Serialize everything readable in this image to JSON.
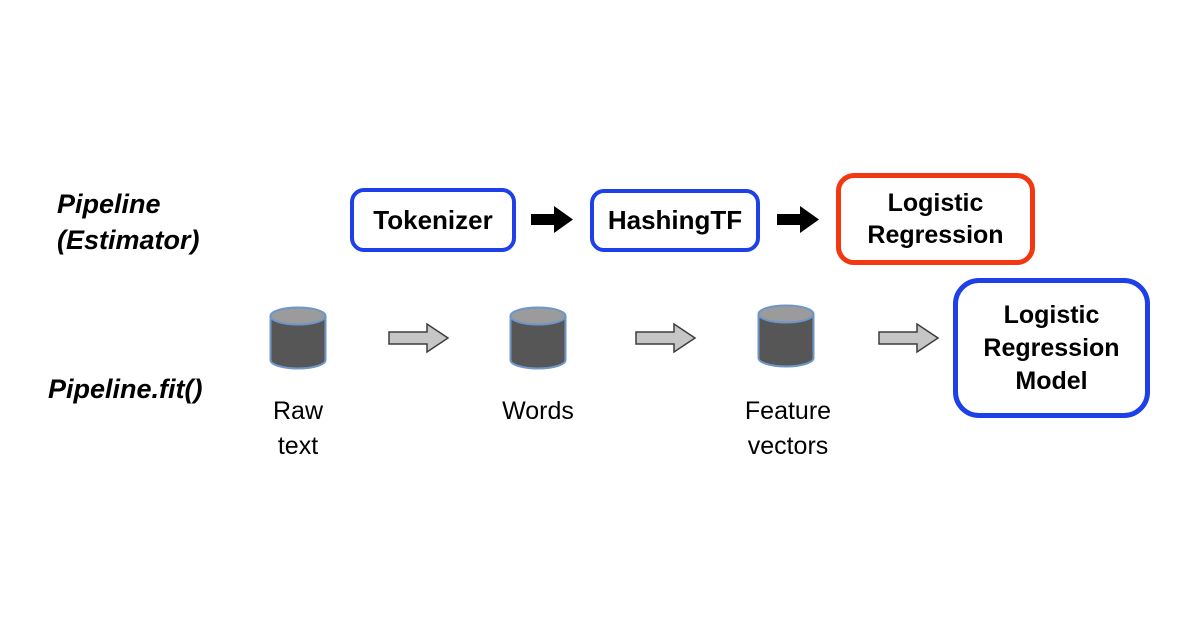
{
  "colors": {
    "background": "#ffffff",
    "stage_border_blue": "#1d40e8",
    "stage_border_red": "#f23711",
    "text": "#000000",
    "arrow_black": "#000000",
    "arrow_gray_fill": "#c6c6c6",
    "arrow_gray_stroke": "#3d3d3d",
    "cylinder_body": "#565656",
    "cylinder_top": "#9b9b9b",
    "cylinder_outline": "#6f96c8"
  },
  "estimator_row": {
    "label": "Pipeline\n(Estimator)",
    "stages": [
      {
        "label": "Tokenizer",
        "border_color": "#1d40e8"
      },
      {
        "label": "HashingTF",
        "border_color": "#1d40e8"
      },
      {
        "label": "Logistic\nRegression",
        "border_color": "#f23711"
      }
    ]
  },
  "fit_row": {
    "label": "Pipeline.fit()",
    "datasets": [
      {
        "label": "Raw\ntext"
      },
      {
        "label": "Words"
      },
      {
        "label": "Feature\nvectors"
      }
    ],
    "output_box": {
      "label": "Logistic\nRegression\nModel",
      "border_color": "#1d40e8"
    }
  },
  "icons": {
    "black_arrow": "solid-right-arrow",
    "gray_arrow": "outlined-block-right-arrow",
    "cylinder": "database-cylinder"
  }
}
